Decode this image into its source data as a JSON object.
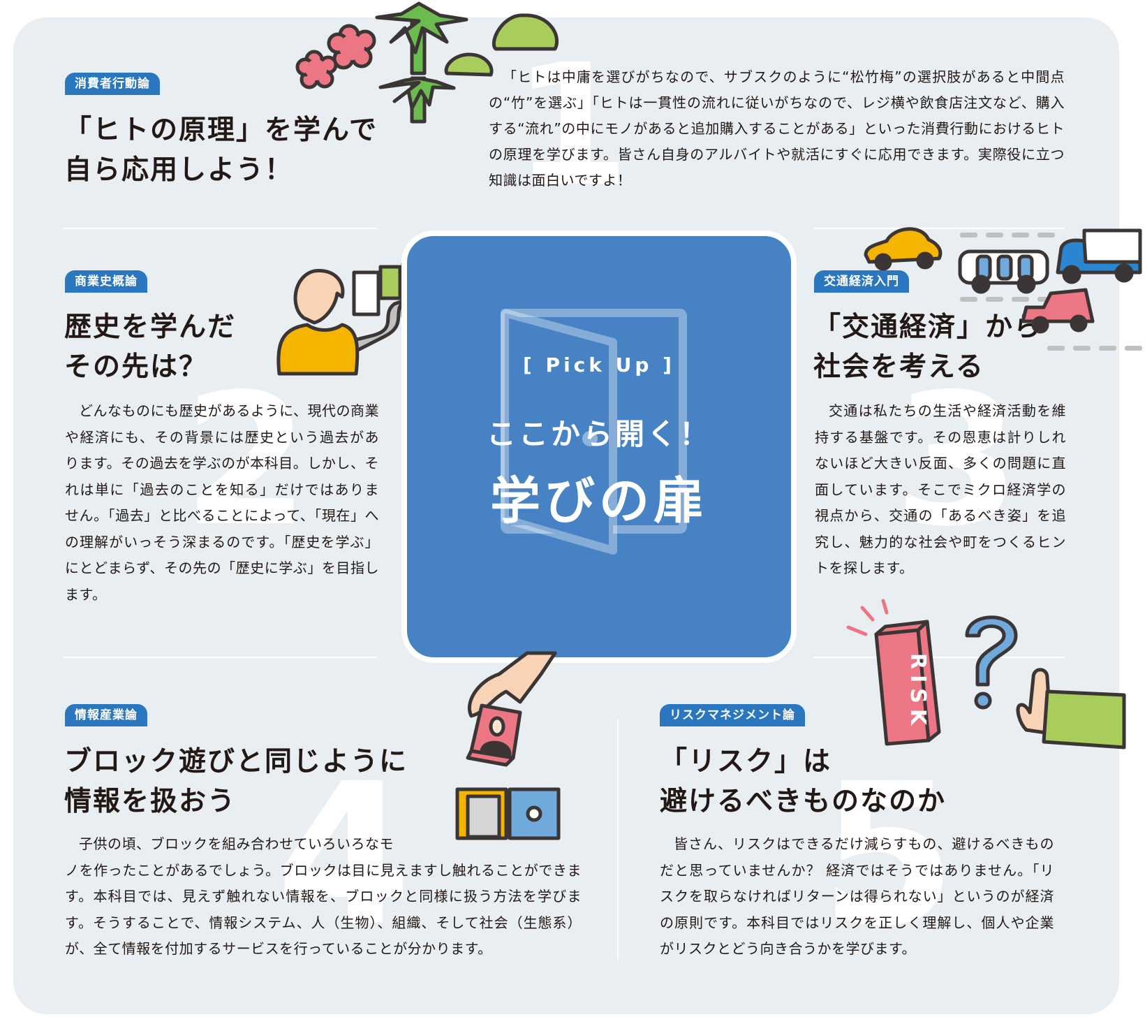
{
  "colors": {
    "panel_bg": "#e8eef1",
    "tag_bg": "#2a76bf",
    "center_card_bg": "#4682c4",
    "text": "#231815",
    "pink": "#ec7684",
    "green": "#6cbb4e",
    "light_green": "#a8cd5c",
    "yellow": "#f5b400",
    "blue": "#70a9dc",
    "skin": "#f9d3b5"
  },
  "center": {
    "pickup_label": "[ Pick Up ]",
    "subtitle": "ここから開く！",
    "title": "学びの扉",
    "icon": "door-icon"
  },
  "sections": [
    {
      "number": "1",
      "tag": "消費者行動論",
      "heading": "「ヒトの原理」を学んで\n自ら応用しよう！",
      "body": "「ヒトは中庸を選びがちなので、サブスクのように“松竹梅”の選択肢があると中間点の“竹”を選ぶ」「ヒトは一貫性の流れに従いがちなので、レジ横や飲食店注文など、購入する“流れ”の中にモノがあると追加購入することがある」といった消費行動におけるヒトの原理を学びます。皆さん自身のアルバイトや就活にすぐに応用できます。実際役に立つ知識は面白いですよ！",
      "illustration": "shochikubai-illustration"
    },
    {
      "number": "2",
      "tag": "商業史概論",
      "heading": "歴史を学んだ\nその先は？",
      "body": "どんなものにも歴史があるように、現代の商業や経済にも、その背景には歴史という過去があります。その過去を学ぶのが本科目。しかし、それは単に「過去のことを知る」だけではありません。「過去」と比べることによって、「現在」への理解がいっそう深まるのです。「歴史を学ぶ」にとどまらず、その先の「歴史に学ぶ」を目指します。",
      "illustration": "person-looking-at-town-illustration"
    },
    {
      "number": "3",
      "tag": "交通経済入門",
      "heading": "「交通経済」から\n社会を考える",
      "body": "交通は私たちの生活や経済活動を維持する基盤です。その恩恵は計りしれないほど大きい反面、多くの問題に直面しています。そこでミクロ経済学の視点から、交通の「あるべき姿」を追究し、魅力的な社会や町をつくるヒントを探します。",
      "illustration": "traffic-vehicles-illustration"
    },
    {
      "number": "4",
      "tag": "情報産業論",
      "heading": "ブロック遊びと同じように\n情報を扱おう",
      "body_first_line": "子供の頃、ブロックを組み合わせていろいろなモ",
      "body_rest": "ノを作ったことがあるでしょう。ブロックは目に見えますし触れることができます。本科目では、見えず触れない情報を、ブロックと同様に扱う方法を学びます。そうすることで、情報システム、人（生物）、組織、そして社会（生態系）が、全て情報を付加するサービスを行っていることが分かります。",
      "illustration": "hand-placing-blocks-illustration"
    },
    {
      "number": "5",
      "tag": "リスクマネジメント論",
      "heading": "「リスク」は\n避けるべきものなのか",
      "body": "皆さん、リスクはできるだけ減らすもの、避けるべきものだと思っていませんか？ 経済ではそうではありません。「リスクを取らなければリターンは得られない」というのが経済の原則です。本科目ではリスクを正しく理解し、個人や企業がリスクとどう向き合うかを学びます。",
      "illustration": "risk-block-question-hand-illustration",
      "risk_label": "RISK"
    }
  ]
}
